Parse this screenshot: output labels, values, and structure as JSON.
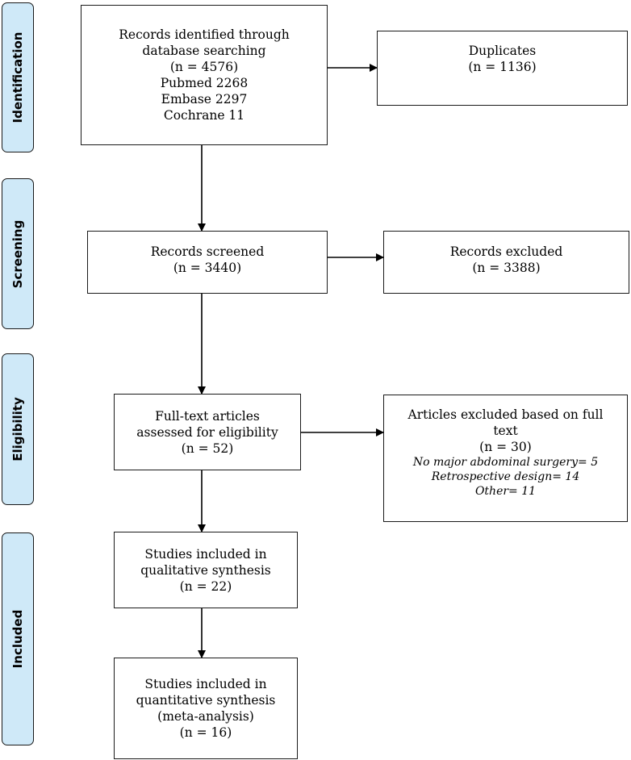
{
  "stages": {
    "identification": "Identification",
    "screening": "Screening",
    "eligibility": "Eligibility",
    "included": "Included"
  },
  "boxes": {
    "records_identified": [
      "Records identified through",
      "database searching",
      "(n =  4576)",
      "Pubmed 2268",
      "Embase 2297",
      "Cochrane 11"
    ],
    "duplicates": [
      "Duplicates",
      "(n = 1136)"
    ],
    "records_screened": [
      "Records screened",
      "(n = 3440)"
    ],
    "records_excluded": [
      "Records excluded",
      "(n = 3388)"
    ],
    "full_text": [
      "Full-text articles",
      "assessed for eligibility",
      "(n = 52)"
    ],
    "articles_excluded": [
      "Articles excluded based on full",
      "text",
      "(n = 30)"
    ],
    "articles_excluded_reasons": [
      "No major abdominal surgery= 5",
      "Retrospective design= 14",
      "Other= 11"
    ],
    "qualitative": [
      "Studies included in",
      "qualitative synthesis",
      "(n = 22)"
    ],
    "quantitative": [
      "Studies included in",
      "quantitative synthesis",
      "(meta-analysis)",
      "(n = 16)"
    ]
  }
}
